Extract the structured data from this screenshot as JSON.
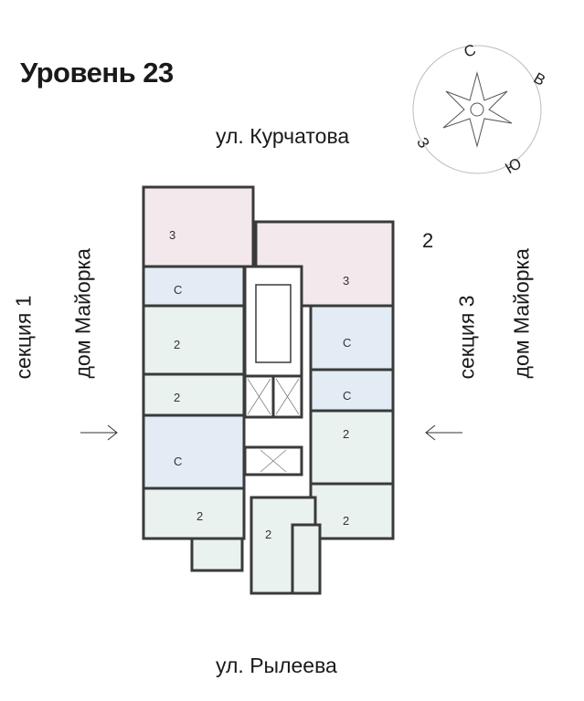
{
  "title": "Уровень 23",
  "streets": {
    "top": "ул. Курчатова",
    "bottom": "ул. Рылеева"
  },
  "sections": {
    "left": {
      "name": "секция 1",
      "house": "дом Майорка"
    },
    "right": {
      "name": "секция 3",
      "house": "дом Майорка"
    }
  },
  "building_number": "2",
  "compass": {
    "north": "С",
    "east": "В",
    "south": "Ю",
    "west": "З"
  },
  "apartments": [
    {
      "rooms": "3",
      "color": "#f3e9ec"
    },
    {
      "rooms": "С",
      "color": "#e3ecf5"
    },
    {
      "rooms": "2",
      "color": "#e9f2ef"
    },
    {
      "rooms": "2",
      "color": "#e9f2ef"
    },
    {
      "rooms": "С",
      "color": "#e3ecf5"
    },
    {
      "rooms": "2",
      "color": "#e9f2ef"
    },
    {
      "rooms": "3",
      "color": "#f3e9ec"
    },
    {
      "rooms": "С",
      "color": "#e3ecf5"
    },
    {
      "rooms": "С",
      "color": "#e3ecf5"
    },
    {
      "rooms": "2",
      "color": "#e9f2ef"
    },
    {
      "rooms": "2",
      "color": "#e9f2ef"
    },
    {
      "rooms": "2",
      "color": "#e9f2ef"
    }
  ],
  "colors": {
    "wall": "#3a3a3a",
    "three_room": "#f3e9ec",
    "studio": "#e3ecf5",
    "two_room": "#e9f2ef"
  }
}
